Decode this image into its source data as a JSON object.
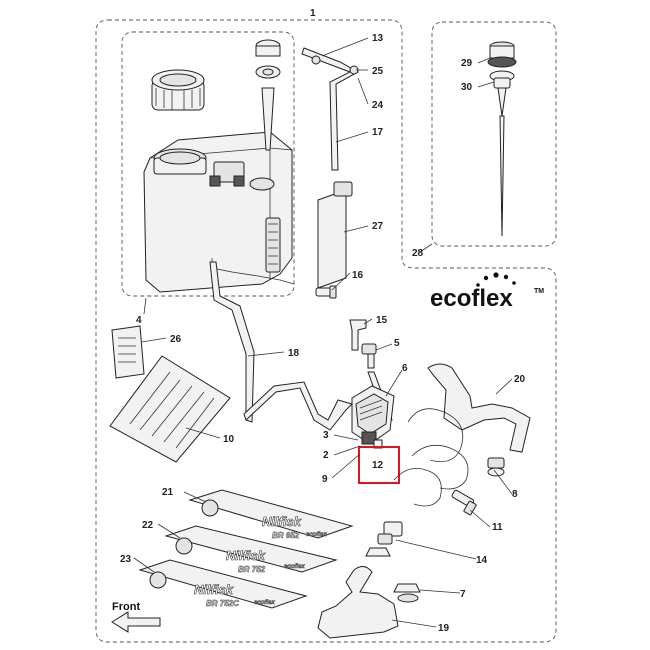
{
  "diagram": {
    "brand_logo": "ecoflex",
    "brand_logo_mark": "TM",
    "front_label": "Front",
    "highlight_color": "#e0141e",
    "highlighted_callout": "12",
    "callouts": [
      "1",
      "2",
      "3",
      "4",
      "5",
      "6",
      "7",
      "8",
      "9",
      "10",
      "11",
      "12",
      "13",
      "14",
      "15",
      "16",
      "17",
      "18",
      "19",
      "20",
      "21",
      "22",
      "23",
      "24",
      "25",
      "26",
      "27",
      "28",
      "29",
      "30"
    ],
    "decals": [
      {
        "brand": "Nilfisk",
        "model": "BR 652",
        "mark": "ecoflex"
      },
      {
        "brand": "Nilfisk",
        "model": "BR 752",
        "mark": "ecoflex"
      },
      {
        "brand": "Nilfisk",
        "model": "BR 752C",
        "mark": "ecoflex"
      }
    ]
  }
}
